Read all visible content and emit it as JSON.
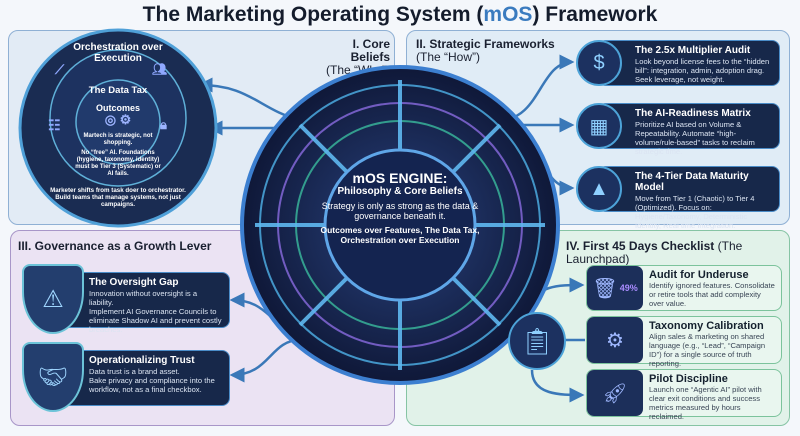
{
  "title": {
    "pre": "The Marketing Operating System (",
    "accent": "mOS",
    "post": ") Framework"
  },
  "colors": {
    "accent": "#3a7bbf",
    "engine": "#16234a",
    "core_panel": "#e2ebf5",
    "governance_panel": "#ebe3f3",
    "launchpad_panel": "#e1f2e9"
  },
  "core_beliefs": {
    "heading": "I. Core Beliefs",
    "subheading": "(The “Why”)",
    "outer_label": "Orchestration over Execution",
    "middle_label": "The Data Tax",
    "inner_label": "Outcomes",
    "inner_text": "Martech is strategic, not shopping.",
    "middle_text": "No “free” AI. Foundations (hygiene, taxonomy, identity) must be Tier 3 (Systematic) or AI fails.",
    "outer_text": "Marketer shifts from task doer to orchestrator. Build teams that manage systems, not just campaigns.",
    "icons": [
      "target-icon",
      "gear-icon",
      "server-warning-icon",
      "lock-icon",
      "baton-icon",
      "team-icon"
    ]
  },
  "strategic": {
    "heading": "II. Strategic Frameworks",
    "subheading": "(The “How”)",
    "items": [
      {
        "title": "The 2.5x Multiplier Audit",
        "text": "Look beyond license fees to the “hidden bill”: integration, admin, adoption drag. Seek leverage, not weight.",
        "icon": "coins-magnifier-icon"
      },
      {
        "title": "The AI-Readiness Matrix",
        "text": "Prioritize AI based on Volume & Repeatability. Automate “high-volume/rule-based” tasks to reclaim strategic time.",
        "icon": "matrix-icon"
      },
      {
        "title": "The 4-Tier Data Maturity Model",
        "text": "Move from Tier 1 (Chaotic) to Tier 4 (Optimized). Focus on: Hygiene/Taxonomy, Deterministic Identity, Real time Integration.",
        "icon": "pyramid-icon"
      }
    ]
  },
  "engine": {
    "title": "mOS ENGINE:",
    "subtitle": "Philosophy & Core Beliefs",
    "text": "Strategy is only as strong as the data & governance beneath it.",
    "bold": "Outcomes over Features, The Data Tax, Orchestration over Execution"
  },
  "governance": {
    "heading": "III. Governance as a Growth Lever",
    "items": [
      {
        "title": "The Oversight Gap",
        "text1": "Innovation without oversight is a liability.",
        "text2": "Implement AI Governance Councils to eliminate Shadow AI and prevent costly breaches.",
        "icon": "shield-warning-icon"
      },
      {
        "title": "Operationalizing Trust",
        "text1": "Data trust is a brand asset.",
        "text2": "Bake privacy and compliance into the workflow, not as a final checkbox.",
        "icon": "shield-handshake-icon"
      }
    ]
  },
  "launchpad": {
    "heading": "IV. First 45 Days Checklist",
    "subheading": "(The Launchpad)",
    "items": [
      {
        "title": "Audit for Underuse",
        "text": "Identify ignored features. Consolidate or retire tools that add complexity over value.",
        "badge": "49%",
        "icon": "trash-icon"
      },
      {
        "title": "Taxonomy Calibration",
        "text": "Align sales & marketing on shared language (e.g., “Lead”, “Campaign ID”) for a single source of truth reporting.",
        "icon": "gears-dictionary-icon"
      },
      {
        "title": "Pilot Discipline",
        "text": "Launch one “Agentic AI” pilot with clear exit conditions and success metrics measured by hours reclaimed.",
        "icon": "rocket-stopwatch-icon"
      }
    ]
  }
}
